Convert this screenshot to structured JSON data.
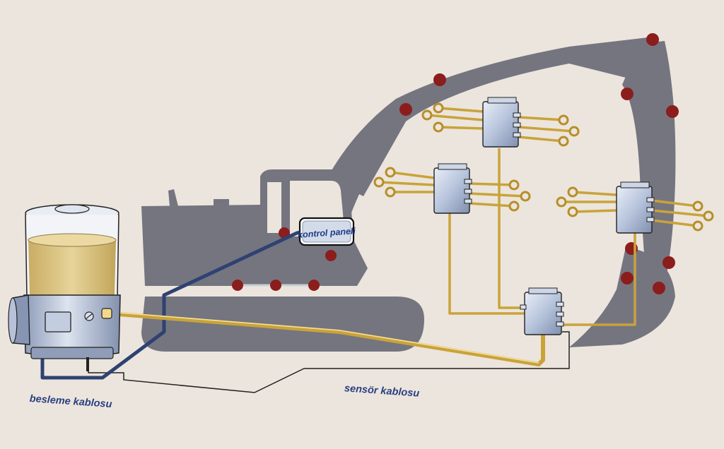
{
  "colors": {
    "background": "#ece5dd",
    "excavator_silhouette": "#757580",
    "lube_line": "#c9a33a",
    "cable": "#2e4272",
    "grease_point": "#8b1d1d",
    "distributor_block": "#a9b8d2",
    "reservoir_grease": "#d8c07a"
  },
  "labels": {
    "control_panel": "kontrol paneli",
    "supply_cable": "besleme kablosu",
    "sensor_cable": "sensör kablosu"
  }
}
